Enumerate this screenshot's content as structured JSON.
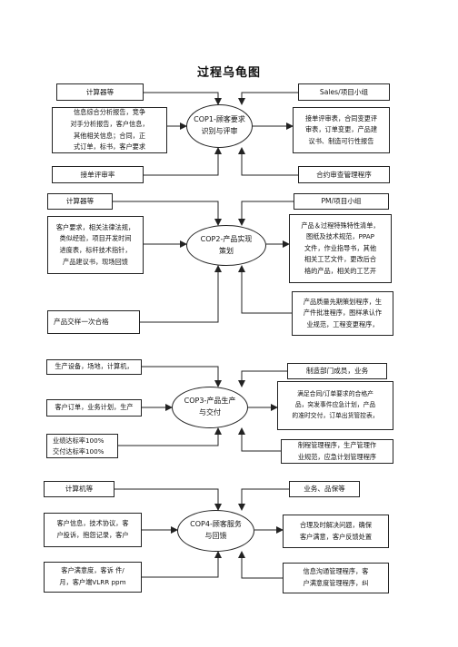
{
  "title": "过程乌龟图",
  "sections": [
    {
      "core": "COP1-顾客要求\n识别与评审",
      "tl": "计算器等",
      "ml": "信息综合分析报告，竞争\n对手分析报告，客户信息，\n其他相关信息；合同，正\n式订单，标书，客户要求",
      "bl": "接单评审率",
      "tr": "Sales/项目小组",
      "mr": "接单评审表，合同变更评\n审表，订单变更，产品建\n议书、制造可行性报告",
      "br": "合约审查管理程序"
    },
    {
      "core": "COP2-产品实现\n策划",
      "tl": "计算器等",
      "ml": "客户要求，相关法律法规，\n类似经验，项目开发时间\n进度表，标杆技术指针，\n产品建议书，现场回馈",
      "bl": "产品交样一次合格",
      "tr": "PM/项目小组",
      "mr": "产品＆过程特殊特性清单，\n图纸及技术规范，PPAP\n文件，作业指导书，其他\n相关工艺文件，更改后合\n格的产品，相关的工艺开",
      "br": "产品质量先期策划程序，生\n产件批准程序，图样承认作\n业规范，工程变更程序，"
    },
    {
      "core": "COP3-产品生产\n与交付",
      "tl": "生产设备，场地，计算机，",
      "ml": "客户订单，业务计划，生产",
      "bl": "业绩达标率100%\n交付达标率100%",
      "tr": "制造部门成员，业务",
      "mr": "满足合同/订单要求的合格产\n品，突发事件应急计划，产品\n的准时交付，订单出货管控表，",
      "br": "制程管理程序，生产管理作\n业规范，应急计划管理程序"
    },
    {
      "core": "COP4-顾客服务\n与回馈",
      "tl": "计算机等",
      "ml": "客户信息，技术协议，客\n户投诉，抱怨记录，客户",
      "bl": "客户满意度，客诉  件/\n月，客户端VLRR   ppm",
      "tr": "业务、品保等",
      "mr": "合理及时解决问题，确保\n客户满意，客户反馈处置",
      "br": "信息沟通管理程序，客\n户满意度管理程序，纠"
    }
  ]
}
